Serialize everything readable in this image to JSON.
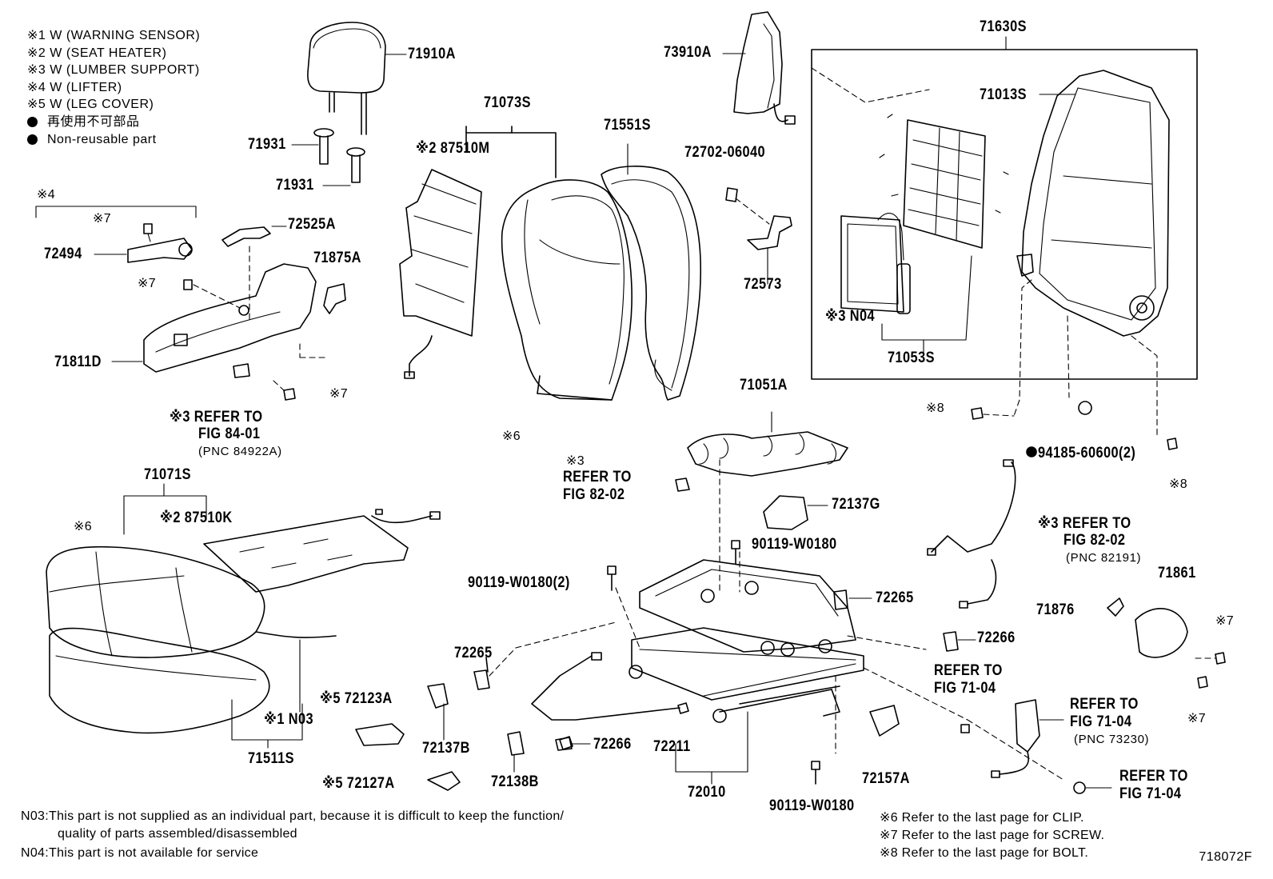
{
  "legend": [
    {
      "mark": "※1",
      "text": "W (WARNING  SENSOR)"
    },
    {
      "mark": "※2",
      "text": "W (SEAT  HEATER)"
    },
    {
      "mark": "※3",
      "text": "W (LUMBER  SUPPORT)"
    },
    {
      "mark": "※4",
      "text": "W (LIFTER)"
    },
    {
      "mark": "※5",
      "text": "W (LEG  COVER)"
    },
    {
      "mark": "●",
      "text": "再使用不可部品"
    },
    {
      "mark": "●",
      "text": "Non-reusable part"
    }
  ],
  "parts": {
    "p71910A": "71910A",
    "p71931a": "71931",
    "p71931b": "71931",
    "p71073S": "71073S",
    "p87510M": "※2 87510M",
    "p71551S": "71551S",
    "p73910A": "73910A",
    "p72702": "72702-06040",
    "p72573": "72573",
    "p71630S": "71630S",
    "p71013S": "71013S",
    "pN04": "※3 N04",
    "p71053S": "71053S",
    "p72525A": "72525A",
    "p72494": "72494",
    "p71875A": "71875A",
    "p71811D": "71811D",
    "s4": "※4",
    "s7a": "※7",
    "s7b": "※7",
    "s7c": "※7",
    "s6a": "※6",
    "s6b": "※6",
    "p71071S": "71071S",
    "p87510K": "※2 87510K",
    "pN03": "※1 N03",
    "p71511S": "71511S",
    "p72123A": "※5 72123A",
    "p72127A": "※5 72127A",
    "p72137B": "72137B",
    "p72138B": "72138B",
    "p72265a": "72265",
    "p72265b": "72265",
    "p72266a": "72266",
    "p72266b": "72266",
    "p72211": "72211",
    "p72010": "72010",
    "p90119a": "90119-W0180(2)",
    "p90119b": "90119-W0180",
    "p90119c": "90119-W0180",
    "p71051A": "71051A",
    "p72137G": "72137G",
    "p72157A": "72157A",
    "s8a": "※8",
    "s8b": "※8",
    "p94185": "94185-60600(2)",
    "p71861": "71861",
    "p71876": "71876",
    "s7d": "※7",
    "s7e": "※7"
  },
  "refs": {
    "r1a": "※3 REFER TO",
    "r1b": "FIG 84-01",
    "r1c": "(PNC 84922A)",
    "r2a": "※3",
    "r2b": "REFER TO",
    "r2c": "FIG 82-02",
    "r3a": "※3 REFER TO",
    "r3b": "FIG 82-02",
    "r3c": "(PNC 82191)",
    "r4a": "REFER TO",
    "r4b": "FIG 71-04",
    "r5a": "REFER TO",
    "r5b": "FIG 71-04",
    "r5c": "(PNC 73230)",
    "r6a": "REFER TO",
    "r6b": "FIG 71-04"
  },
  "footnotes": {
    "n03a": "N03:This part is not supplied as an individual part, because it is difficult to keep the function/",
    "n03b": "quality of parts assembled/disassembled",
    "n04": "N04:This part is not available for service",
    "n6": "※6 Refer to the last page for CLIP.",
    "n7": "※7 Refer to the last page for SCREW.",
    "n8": "※8 Refer to the last page for BOLT."
  },
  "figure_code": "718072F"
}
